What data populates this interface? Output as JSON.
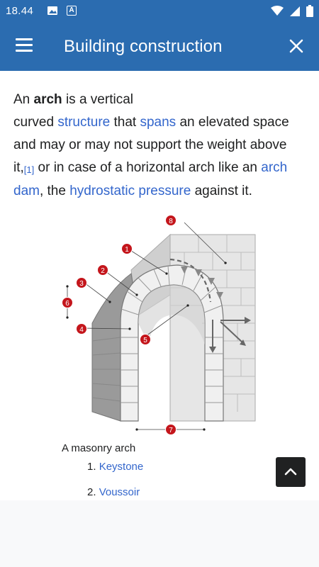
{
  "status_bar": {
    "time": "18.44",
    "icons": [
      "image-icon",
      "app-a-icon",
      "wifi-icon",
      "signal-icon",
      "battery-icon"
    ],
    "app_letter": "A"
  },
  "app_bar": {
    "title": "Building construction",
    "color": "#2b6cb0"
  },
  "article": {
    "p1": "An ",
    "bold": "arch",
    "p2": " is a vertical",
    "p3": "curved ",
    "link_structure": "structure",
    "p4": " that ",
    "link_spans": "spans",
    "p5": " an elevated space",
    "p6": "and may or may not support the weight above",
    "p7": "it,",
    "ref1": "[1]",
    "p8": " or in case of a horizontal arch like an ",
    "link_arch": "arch",
    "link_dam": "dam",
    "p9": ", the ",
    "link_hydro": "hydrostatic pressure",
    "p10": " against it.",
    "link_color": "#3366cc"
  },
  "figure": {
    "labels": [
      "1",
      "2",
      "3",
      "4",
      "5",
      "6",
      "7",
      "8"
    ]
  },
  "caption": "A masonry arch",
  "list": [
    {
      "num": "1.",
      "label": "Keystone"
    },
    {
      "num": "2.",
      "label": "Voussoir"
    }
  ]
}
